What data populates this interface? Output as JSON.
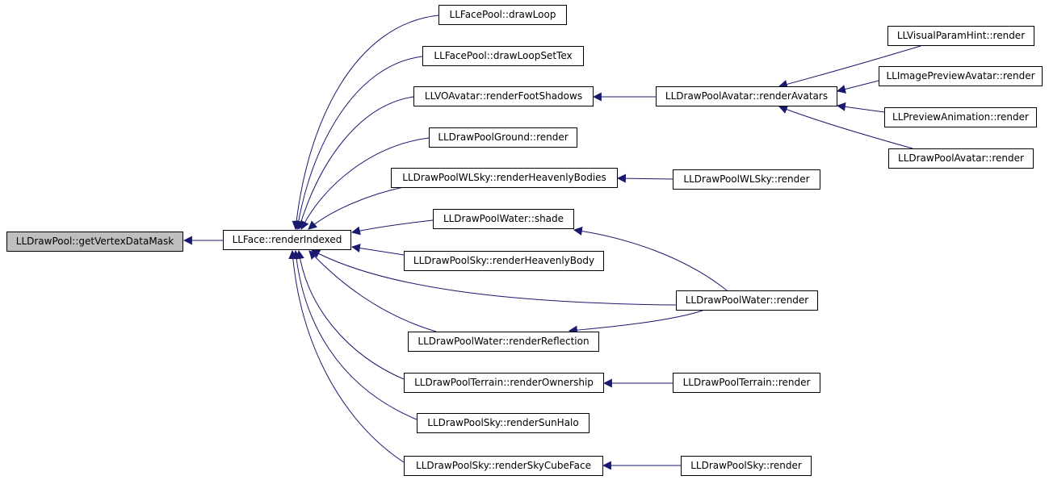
{
  "nodes": [
    {
      "id": "getVertexDataMask",
      "label": "LLDrawPool::getVertexDataMask",
      "role": "root"
    },
    {
      "id": "renderIndexed",
      "label": "LLFace::renderIndexed"
    },
    {
      "id": "drawLoop",
      "label": "LLFacePool::drawLoop"
    },
    {
      "id": "drawLoopSetTex",
      "label": "LLFacePool::drawLoopSetTex"
    },
    {
      "id": "renderFootShadows",
      "label": "LLVOAvatar::renderFootShadows"
    },
    {
      "id": "groundRender",
      "label": "LLDrawPoolGround::render"
    },
    {
      "id": "wlskyHeavenly",
      "label": "LLDrawPoolWLSky::renderHeavenlyBodies"
    },
    {
      "id": "waterShade",
      "label": "LLDrawPoolWater::shade"
    },
    {
      "id": "skyHeavenlyBody",
      "label": "LLDrawPoolSky::renderHeavenlyBody"
    },
    {
      "id": "waterReflection",
      "label": "LLDrawPoolWater::renderReflection"
    },
    {
      "id": "terrainOwnership",
      "label": "LLDrawPoolTerrain::renderOwnership"
    },
    {
      "id": "skySunHalo",
      "label": "LLDrawPoolSky::renderSunHalo"
    },
    {
      "id": "skyCubeFace",
      "label": "LLDrawPoolSky::renderSkyCubeFace"
    },
    {
      "id": "renderAvatars",
      "label": "LLDrawPoolAvatar::renderAvatars"
    },
    {
      "id": "wlskyRender",
      "label": "LLDrawPoolWLSky::render"
    },
    {
      "id": "waterRender",
      "label": "LLDrawPoolWater::render"
    },
    {
      "id": "terrainRender",
      "label": "LLDrawPoolTerrain::render"
    },
    {
      "id": "skyRender",
      "label": "LLDrawPoolSky::render"
    },
    {
      "id": "visualParamHint",
      "label": "LLVisualParamHint::render"
    },
    {
      "id": "imagePreviewAvatar",
      "label": "LLImagePreviewAvatar::render"
    },
    {
      "id": "previewAnimation",
      "label": "LLPreviewAnimation::render"
    },
    {
      "id": "avatarRender",
      "label": "LLDrawPoolAvatar::render"
    }
  ],
  "edges": [
    {
      "from": "renderIndexed",
      "to": "getVertexDataMask"
    },
    {
      "from": "drawLoop",
      "to": "renderIndexed"
    },
    {
      "from": "drawLoopSetTex",
      "to": "renderIndexed"
    },
    {
      "from": "renderFootShadows",
      "to": "renderIndexed"
    },
    {
      "from": "groundRender",
      "to": "renderIndexed"
    },
    {
      "from": "wlskyHeavenly",
      "to": "renderIndexed"
    },
    {
      "from": "waterShade",
      "to": "renderIndexed"
    },
    {
      "from": "skyHeavenlyBody",
      "to": "renderIndexed"
    },
    {
      "from": "waterRender",
      "to": "renderIndexed"
    },
    {
      "from": "waterReflection",
      "to": "renderIndexed"
    },
    {
      "from": "terrainOwnership",
      "to": "renderIndexed"
    },
    {
      "from": "skySunHalo",
      "to": "renderIndexed"
    },
    {
      "from": "skyCubeFace",
      "to": "renderIndexed"
    },
    {
      "from": "renderAvatars",
      "to": "renderFootShadows"
    },
    {
      "from": "wlskyRender",
      "to": "wlskyHeavenly"
    },
    {
      "from": "waterRender",
      "to": "waterShade"
    },
    {
      "from": "waterRender",
      "to": "waterReflection"
    },
    {
      "from": "terrainRender",
      "to": "terrainOwnership"
    },
    {
      "from": "skyRender",
      "to": "skyCubeFace"
    },
    {
      "from": "visualParamHint",
      "to": "renderAvatars"
    },
    {
      "from": "imagePreviewAvatar",
      "to": "renderAvatars"
    },
    {
      "from": "previewAnimation",
      "to": "renderAvatars"
    },
    {
      "from": "avatarRender",
      "to": "renderAvatars"
    }
  ],
  "colors": {
    "edge": "#191970",
    "border": "#000000",
    "root_fill": "#bfbfbf",
    "node_fill": "#ffffff"
  }
}
